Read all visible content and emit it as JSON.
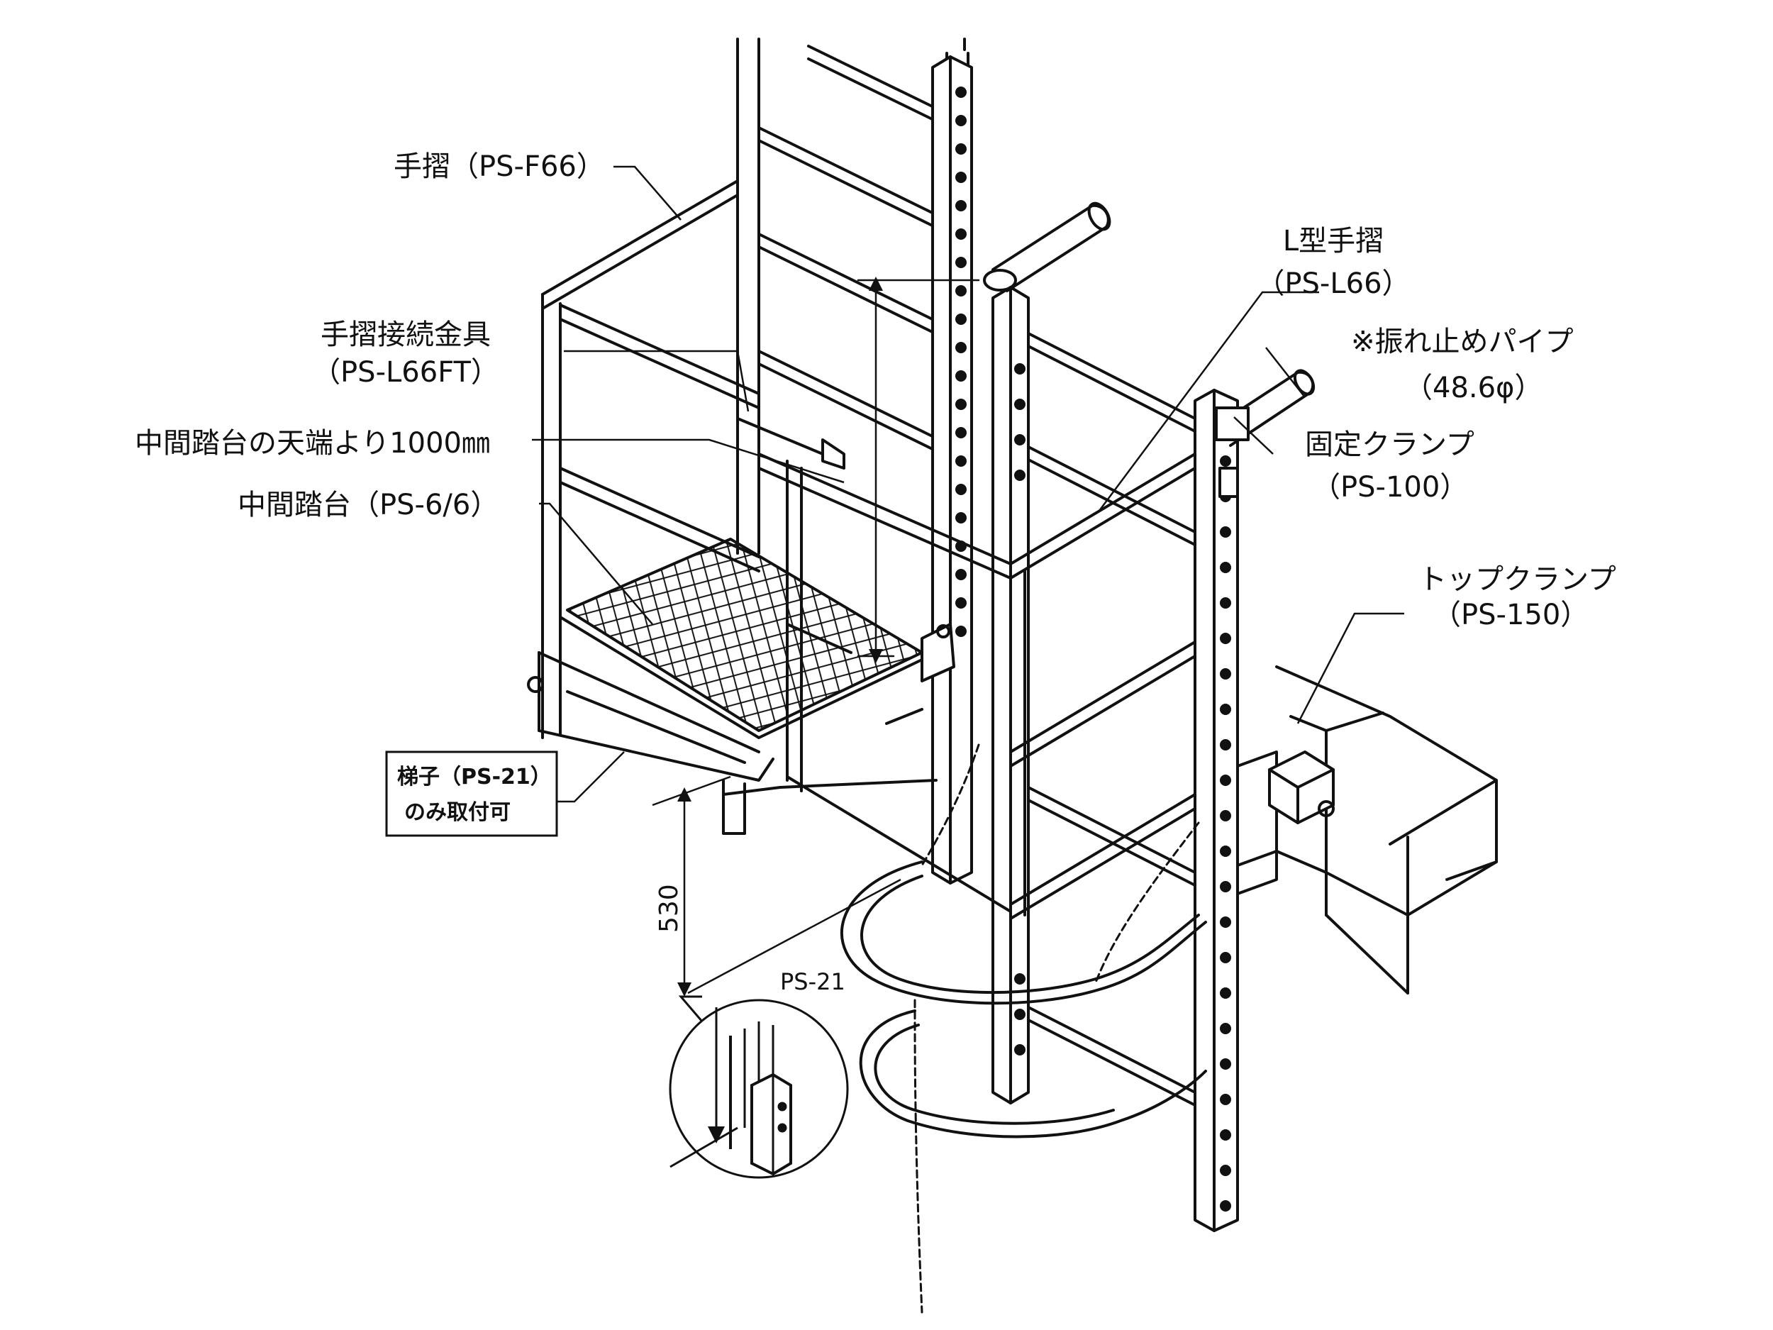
{
  "labels": {
    "handrail": "手摺（PS-F66）",
    "l_handrail_line1": "L型手摺",
    "l_handrail_line2": "（PS-L66）",
    "joint_line1": "手摺接続金具",
    "joint_line2": "（PS-L66FT）",
    "height_note": "中間踏台の天端より1000㎜",
    "platform": "中間踏台（PS-6/6）",
    "sway_pipe_line1": "※振れ止めパイプ",
    "sway_pipe_line2": "（48.6φ）",
    "fixed_clamp_line1": "固定クランプ",
    "fixed_clamp_line2": "（PS-100）",
    "top_clamp_line1": "トップクランプ",
    "top_clamp_line2": "（PS-150）",
    "note_box_line1": "梯子（PS-21）",
    "note_box_line2": "のみ取付可",
    "detail_label": "PS-21"
  },
  "dimensions": {
    "vertical_530": "530"
  },
  "colors": {
    "line": "#111111",
    "background": "#ffffff"
  }
}
